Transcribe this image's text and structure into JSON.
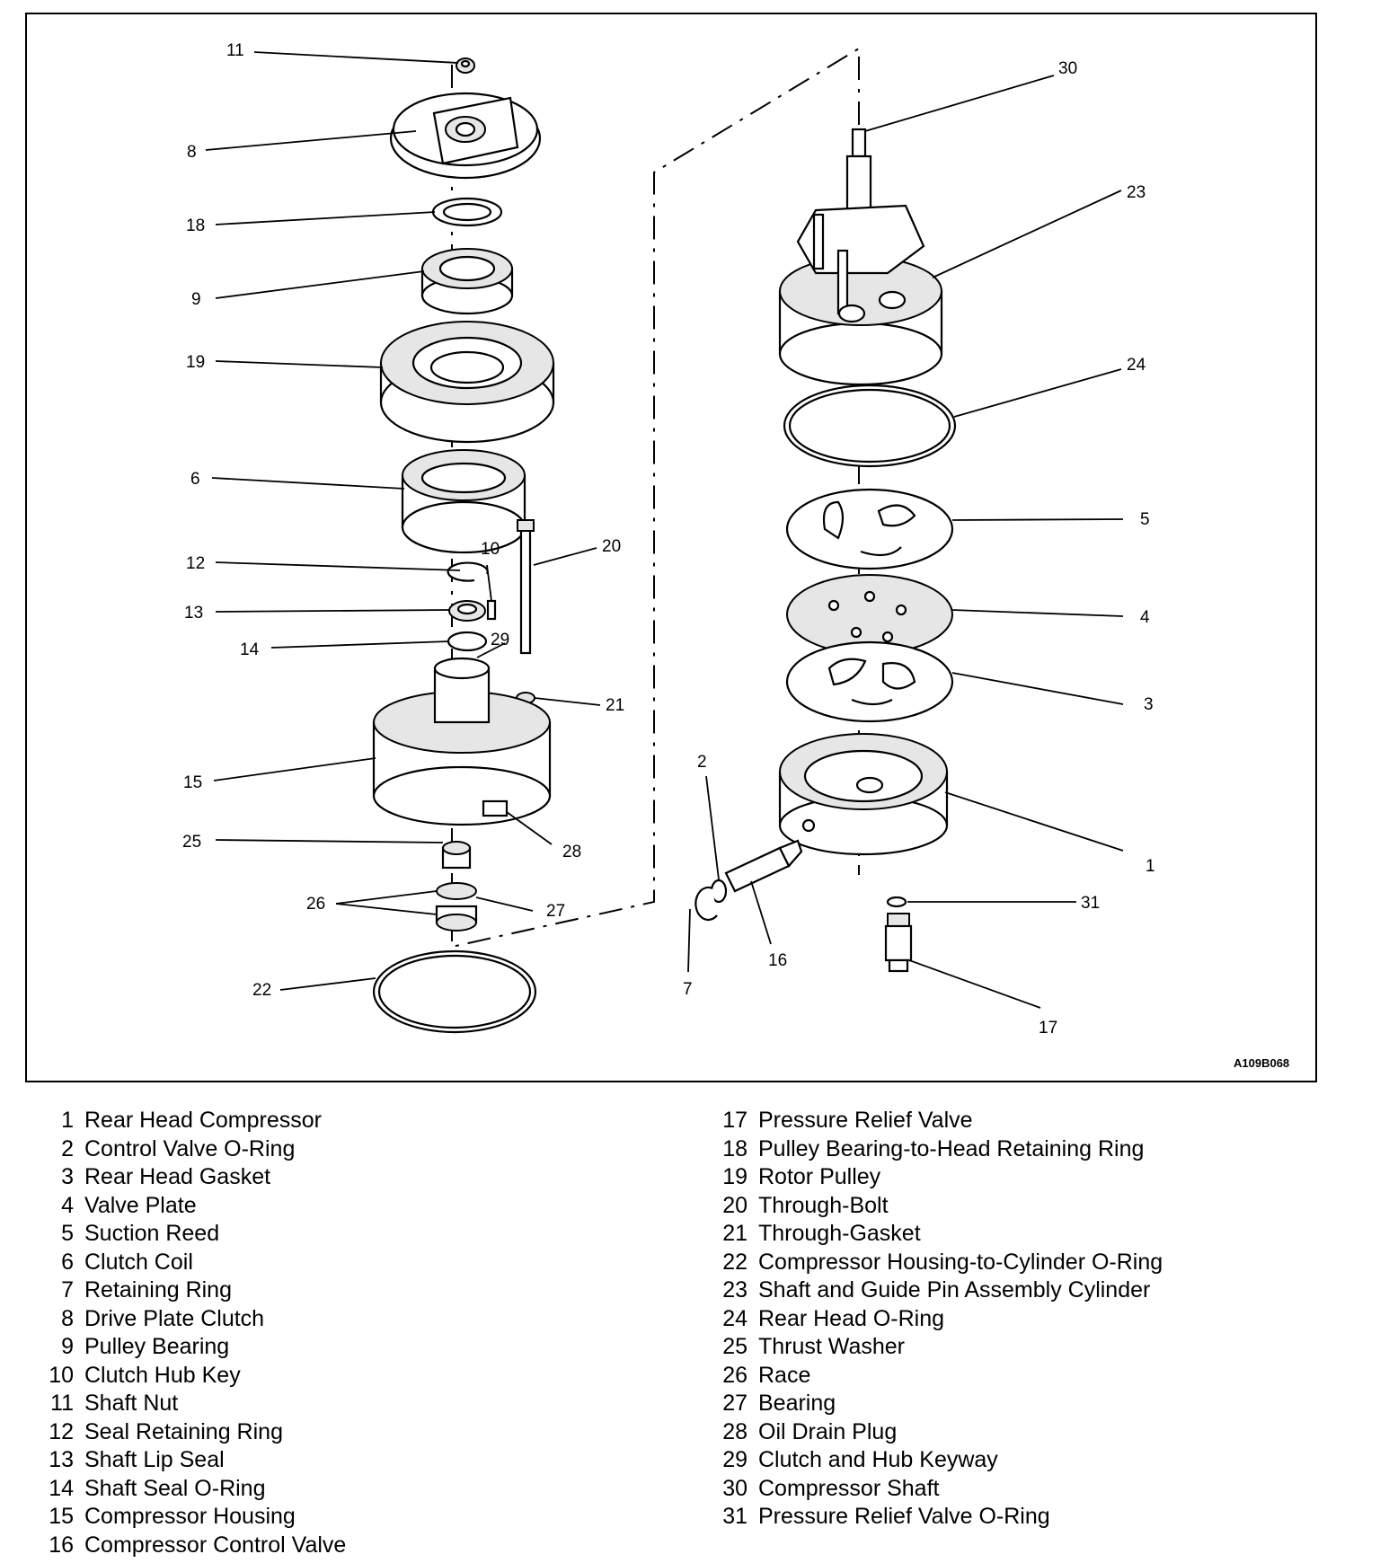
{
  "figure_code": "A109B068",
  "callouts": [
    "1",
    "2",
    "3",
    "4",
    "5",
    "6",
    "7",
    "8",
    "9",
    "10",
    "11",
    "12",
    "13",
    "14",
    "15",
    "16",
    "17",
    "18",
    "19",
    "20",
    "21",
    "22",
    "23",
    "24",
    "25",
    "26",
    "27",
    "28",
    "29",
    "30",
    "31"
  ],
  "legend_left": [
    {
      "num": "1",
      "label": "Rear Head Compressor"
    },
    {
      "num": "2",
      "label": "Control Valve O-Ring"
    },
    {
      "num": "3",
      "label": "Rear Head Gasket"
    },
    {
      "num": "4",
      "label": "Valve Plate"
    },
    {
      "num": "5",
      "label": "Suction Reed"
    },
    {
      "num": "6",
      "label": "Clutch Coil"
    },
    {
      "num": "7",
      "label": "Retaining Ring"
    },
    {
      "num": "8",
      "label": "Drive Plate Clutch"
    },
    {
      "num": "9",
      "label": "Pulley Bearing"
    },
    {
      "num": "10",
      "label": "Clutch Hub Key"
    },
    {
      "num": "11",
      "label": "Shaft Nut"
    },
    {
      "num": "12",
      "label": "Seal Retaining Ring"
    },
    {
      "num": "13",
      "label": "Shaft Lip Seal"
    },
    {
      "num": "14",
      "label": "Shaft Seal O-Ring"
    },
    {
      "num": "15",
      "label": "Compressor Housing"
    },
    {
      "num": "16",
      "label": "Compressor Control Valve"
    }
  ],
  "legend_right": [
    {
      "num": "17",
      "label": "Pressure Relief Valve"
    },
    {
      "num": "18",
      "label": "Pulley Bearing-to-Head Retaining Ring"
    },
    {
      "num": "19",
      "label": "Rotor Pulley"
    },
    {
      "num": "20",
      "label": "Through-Bolt"
    },
    {
      "num": "21",
      "label": "Through-Gasket"
    },
    {
      "num": "22",
      "label": "Compressor Housing-to-Cylinder O-Ring"
    },
    {
      "num": "23",
      "label": "Shaft and Guide Pin Assembly Cylinder"
    },
    {
      "num": "24",
      "label": "Rear Head O-Ring"
    },
    {
      "num": "25",
      "label": "Thrust Washer"
    },
    {
      "num": "26",
      "label": "Race"
    },
    {
      "num": "27",
      "label": "Bearing"
    },
    {
      "num": "28",
      "label": "Oil Drain Plug"
    },
    {
      "num": "29",
      "label": "Clutch and Hub Keyway"
    },
    {
      "num": "30",
      "label": "Compressor Shaft"
    },
    {
      "num": "31",
      "label": "Pressure Relief Valve O-Ring"
    }
  ]
}
